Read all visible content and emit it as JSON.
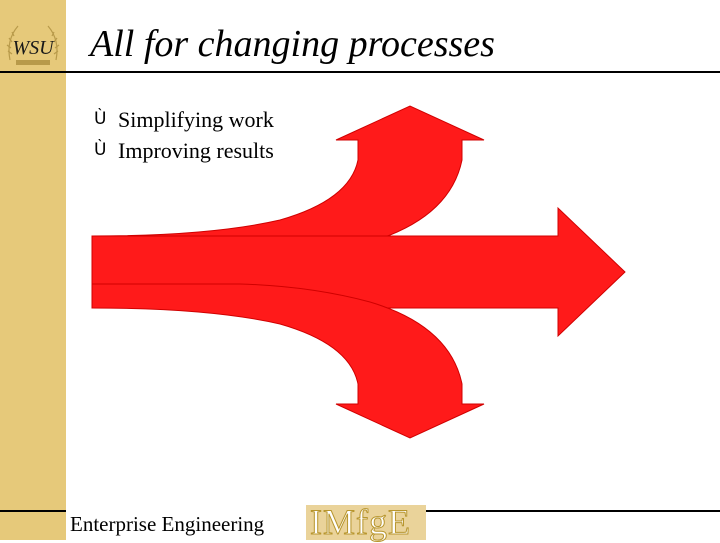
{
  "slide": {
    "title": "All for changing processes",
    "bullets": [
      {
        "marker": "Ù",
        "text": "Simplifying work"
      },
      {
        "marker": "Ù",
        "text": "Improving results"
      }
    ]
  },
  "logo": {
    "text": "WSU",
    "icon": "wsu-wheat-logo-icon"
  },
  "footer": {
    "text": "Enterprise Engineering",
    "logo_text": "IMfgE"
  },
  "colors": {
    "sidebar": "#e6c97a",
    "arrow_face": "#ff1a1a",
    "arrow_shadow": "#7a0000"
  }
}
